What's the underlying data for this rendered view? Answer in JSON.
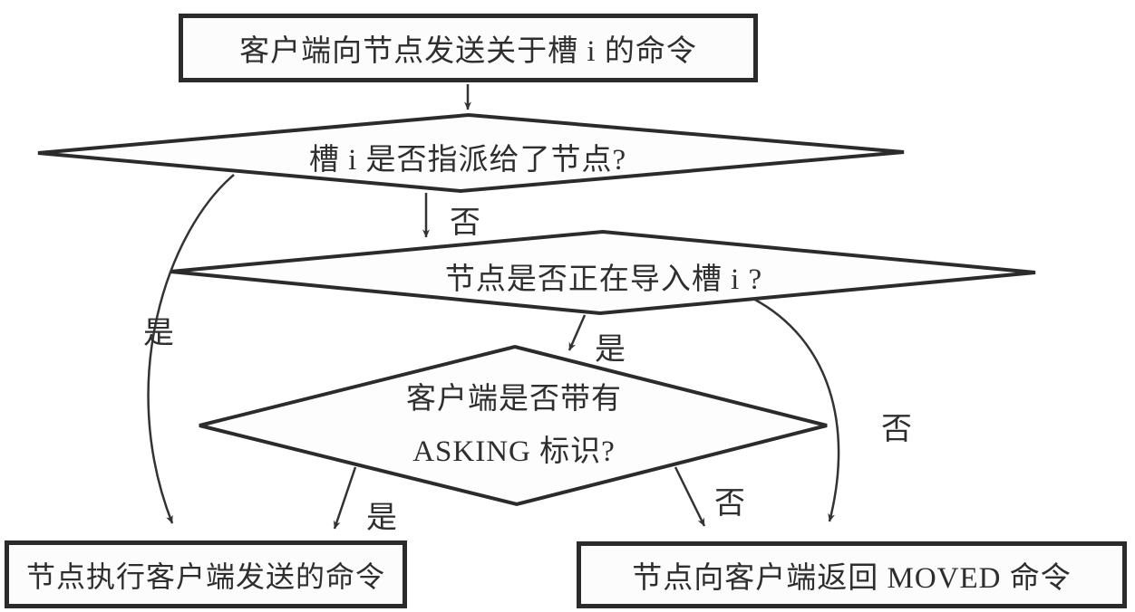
{
  "diagram": {
    "type": "flowchart",
    "background": "#ffffff",
    "ink_color": "#2e2e2e",
    "shape_stroke": "#2b2b2b"
  },
  "nodes": {
    "start": {
      "label": "客户端向节点发送关于槽 i 的命令"
    },
    "decision_slot_assigned": {
      "label": "槽 i 是否指派给了节点?"
    },
    "decision_importing": {
      "label": "节点是否正在导入槽 i ?"
    },
    "decision_asking": {
      "label_line1": "客户端是否带有",
      "label_line2": "ASKING 标识?"
    },
    "execute": {
      "label": "节点执行客户端发送的命令"
    },
    "moved": {
      "label": "节点向客户端返回 MOVED 命令"
    }
  },
  "edge_labels": {
    "slot_assigned_no": "否",
    "slot_assigned_yes": "是",
    "importing_yes": "是",
    "importing_no": "否",
    "asking_yes": "是",
    "asking_no": "否"
  }
}
